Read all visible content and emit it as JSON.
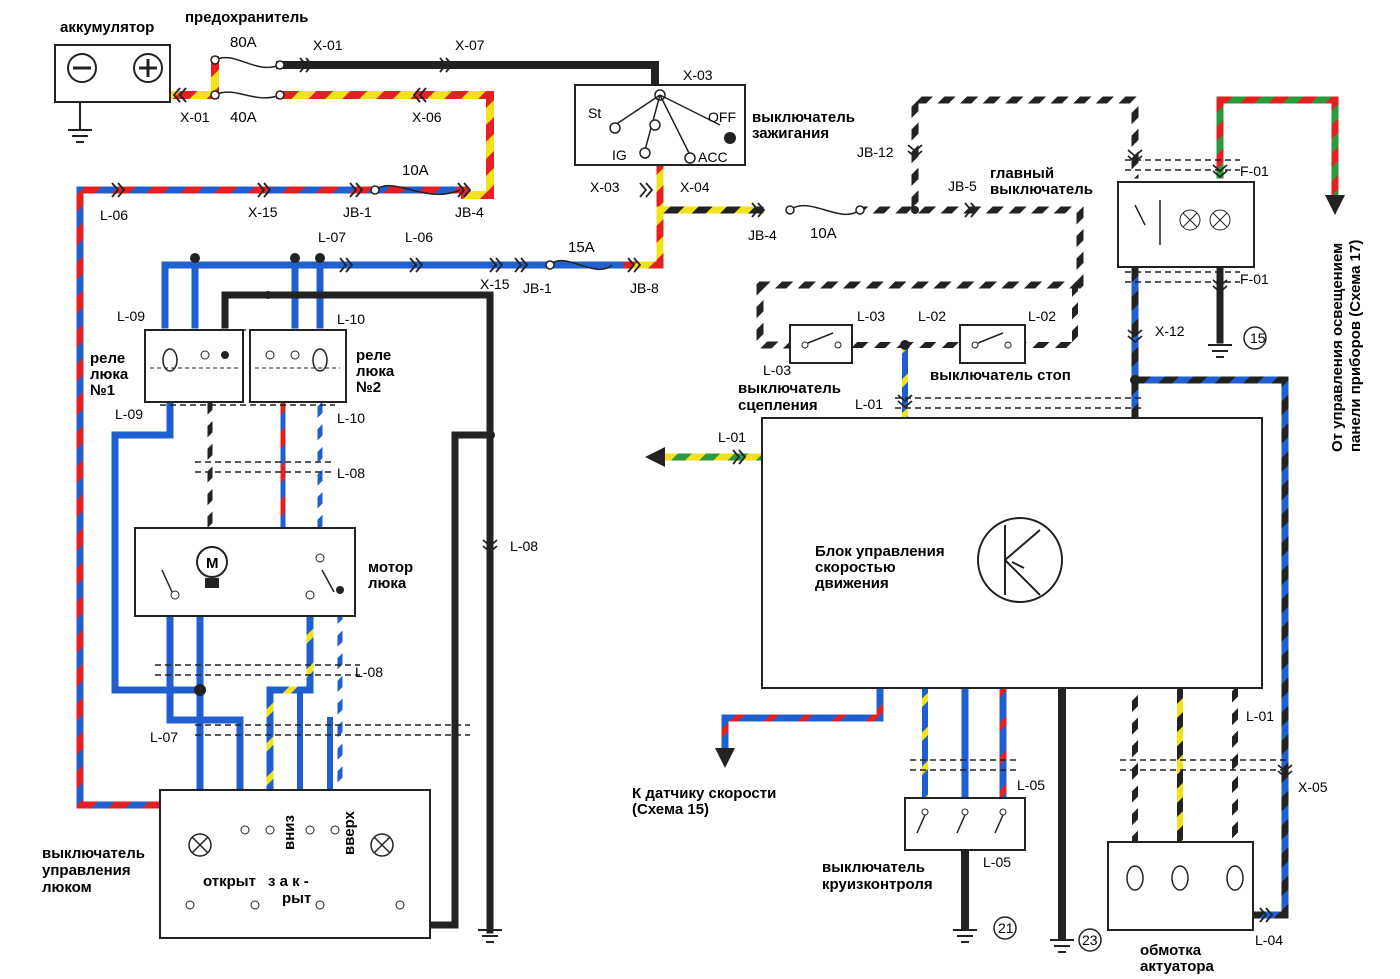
{
  "colors": {
    "black": "#222222",
    "red": "#e62020",
    "blue": "#1f5fd0",
    "yellow": "#f2e21a",
    "green": "#2a9a3a",
    "white": "#ffffff",
    "bg": "#ffffff"
  },
  "labels": {
    "battery": "аккумулятор",
    "fuse_link": "предохранитель",
    "fuse_80": "80A",
    "fuse_40": "40A",
    "fuse_10_left": "10A",
    "fuse_15": "15A",
    "fuse_10_right": "10A",
    "ign_st": "St",
    "ign_off": "OFF",
    "ign_ig": "IG",
    "ign_acc": "ACC",
    "ign_switch_1": "выключатель",
    "ign_switch_2": "зажигания",
    "relay1_1": "реле",
    "relay1_2": "люка",
    "relay1_3": "№1",
    "relay2_1": "реле",
    "relay2_2": "люка",
    "relay2_3": "№2",
    "motor_1": "мотор",
    "motor_2": "люка",
    "motor_m": "M",
    "sw_hatch_1": "выключатель",
    "sw_hatch_2": "управления",
    "sw_hatch_3": "люком",
    "sw_open": "открыт",
    "sw_close_1": "з а к -",
    "sw_close_2": "рыт",
    "sw_down": "вниз",
    "sw_up": "вверх",
    "main_switch_1": "главный",
    "main_switch_2": "выключатель",
    "clutch_sw_1": "выключатель",
    "clutch_sw_2": "сцепления",
    "stop_sw": "выключатель стоп",
    "ecu_1": "Блок управления",
    "ecu_2": "скоростью",
    "ecu_3": "движения",
    "speed_sensor_1": "К датчику скорости",
    "speed_sensor_2": "(Схема 15)",
    "cruise_sw_1": "выключатель",
    "cruise_sw_2": "круизконтроля",
    "actuator_1": "обмотка",
    "actuator_2": "актуатора",
    "panel_light_1": "От управления освещением",
    "panel_light_2": "панели приборов (Схема 17)",
    "ground_15": "15",
    "ground_21": "21",
    "ground_23": "23"
  },
  "connectors": {
    "x01_a": "X-01",
    "x01_b": "X-01",
    "x07": "X-07",
    "x06": "X-06",
    "x03_a": "X-03",
    "x03_b": "X-03",
    "x04": "X-04",
    "x15_a": "X-15",
    "x15_b": "X-15",
    "l06_a": "L-06",
    "l06_b": "L-06",
    "jb1_a": "JB-1",
    "jb1_b": "JB-1",
    "jb4_a": "JB-4",
    "jb4_b": "JB-4",
    "jb8": "JB-8",
    "jb12": "JB-12",
    "jb5": "JB-5",
    "l07_a": "L-07",
    "l07_b": "L-07",
    "l09_a": "L-09",
    "l09_b": "L-09",
    "l10_a": "L-10",
    "l10_b": "L-10",
    "l08_a": "L-08",
    "l08_b": "L-08",
    "l08_c": "L-08",
    "l03_a": "L-03",
    "l03_b": "L-03",
    "l02_a": "L-02",
    "l02_b": "L-02",
    "l01_a": "L-01",
    "l01_b": "L-01",
    "l01_c": "L-01",
    "l05_a": "L-05",
    "l05_b": "L-05",
    "l04": "L-04",
    "x05": "X-05",
    "x12": "X-12",
    "f01_a": "F-01",
    "f01_b": "F-01"
  }
}
